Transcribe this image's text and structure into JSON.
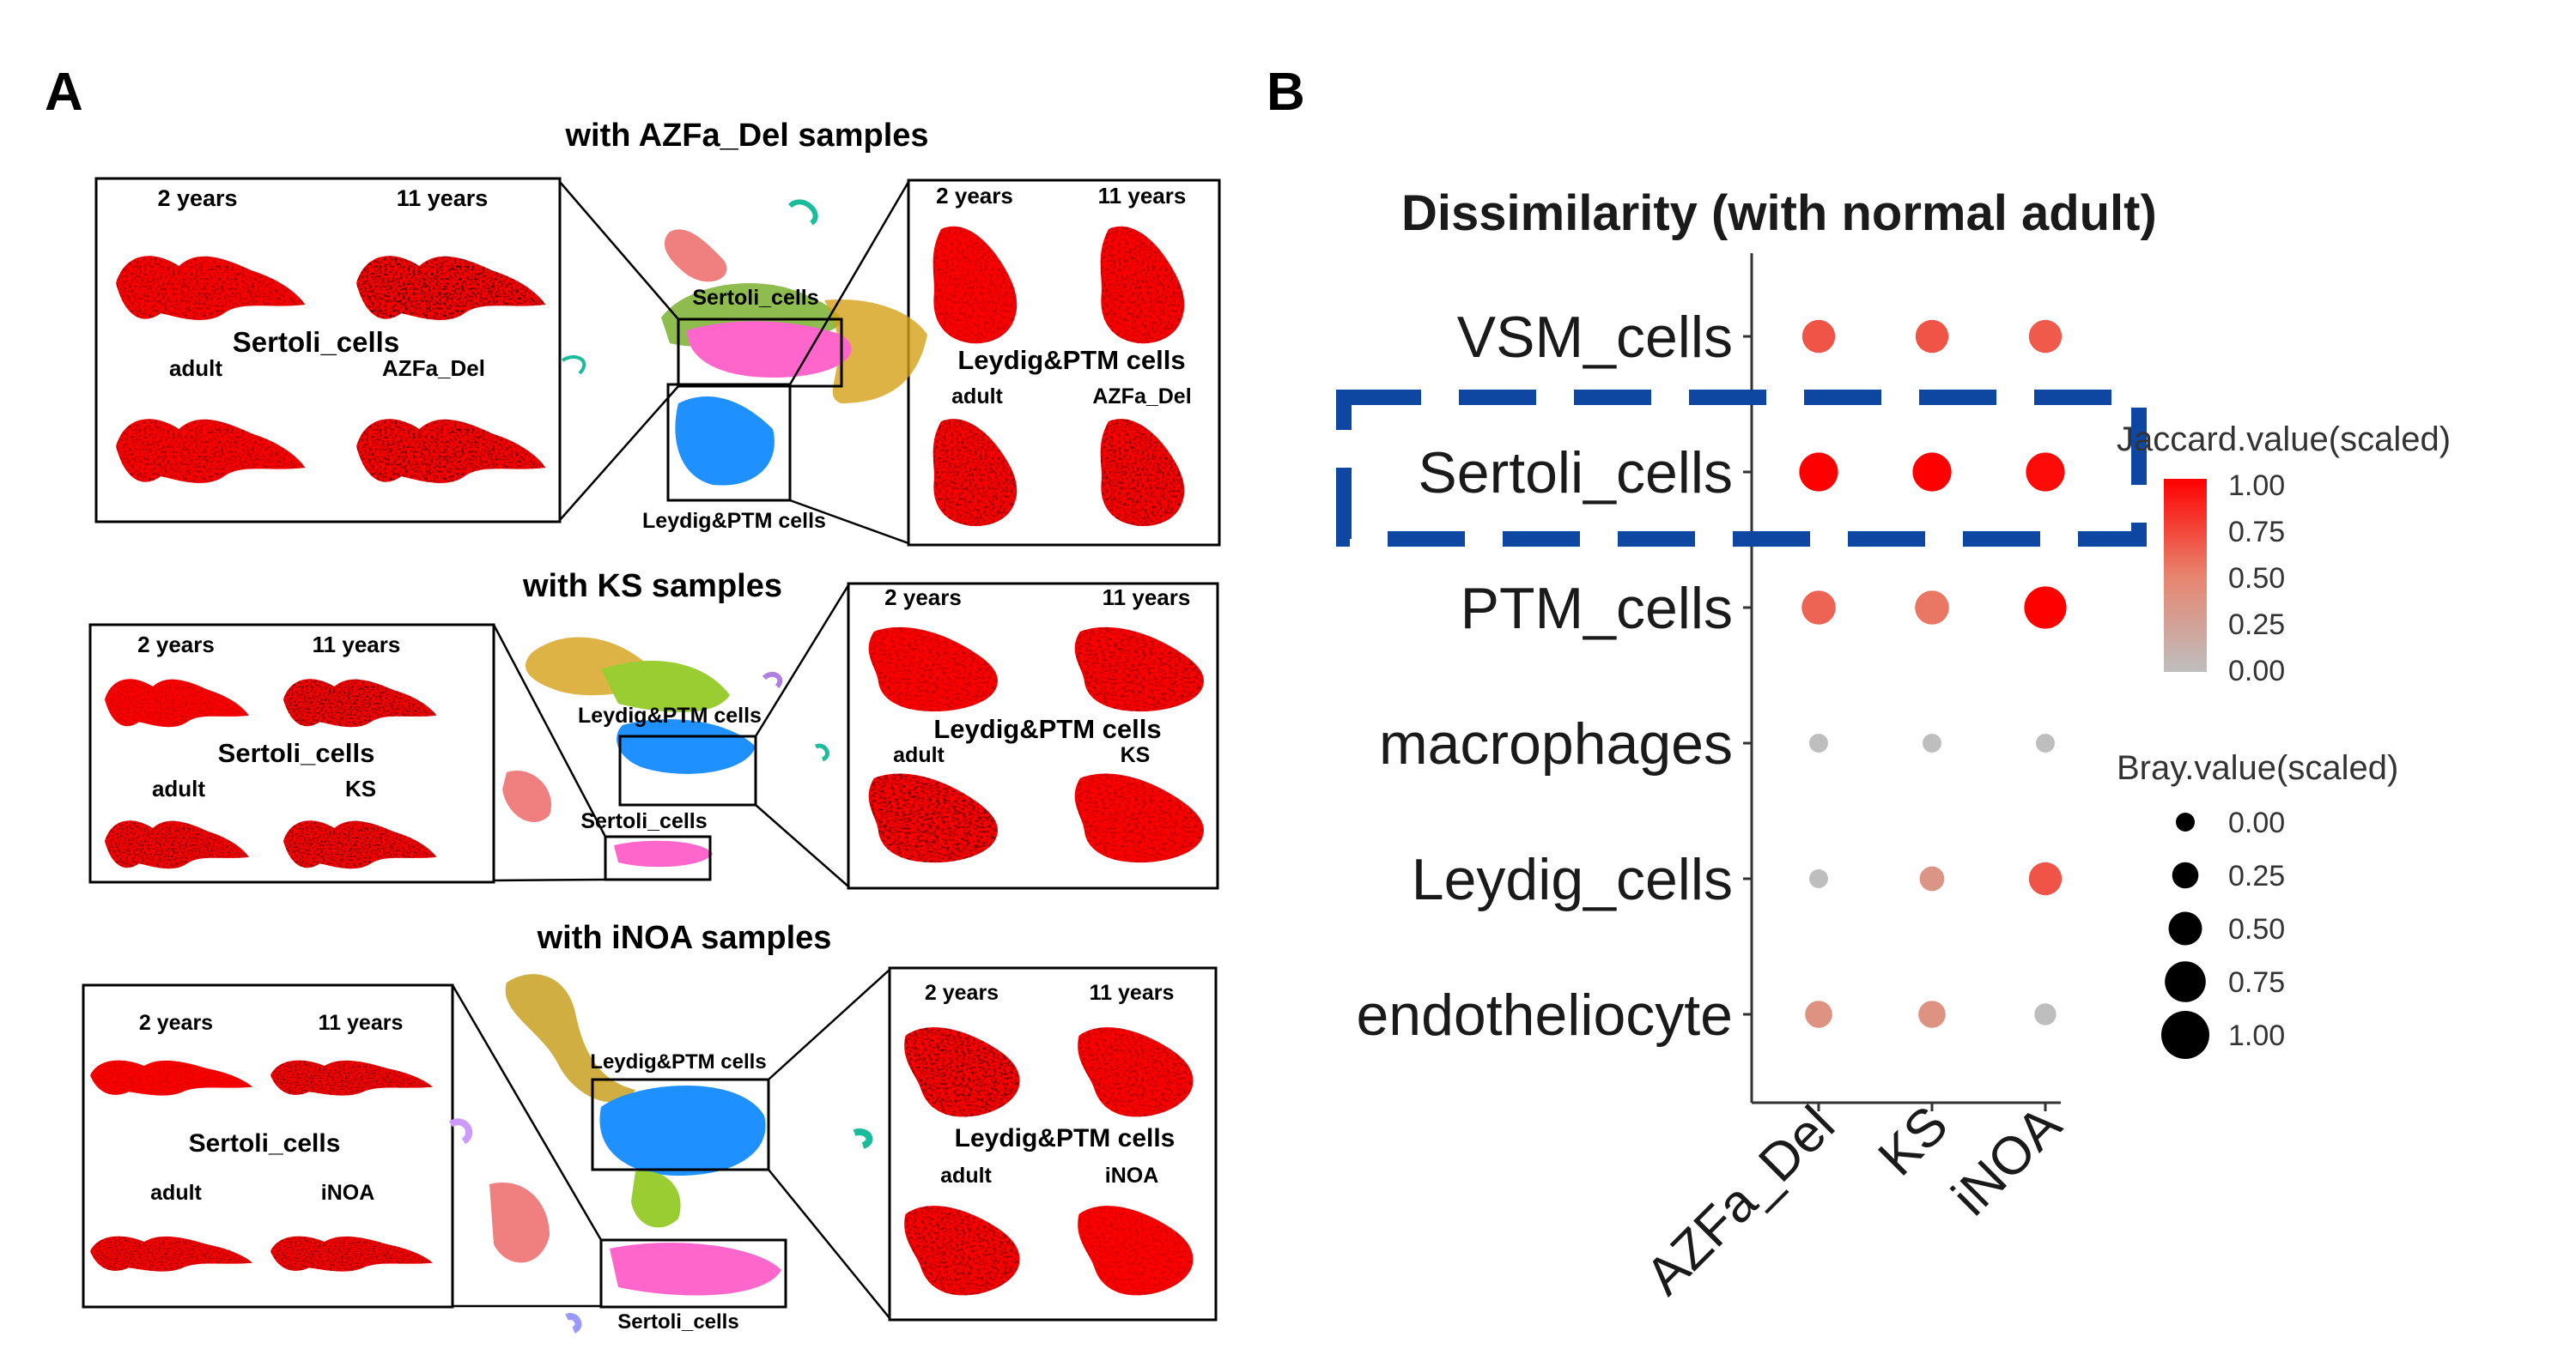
{
  "panel_a": {
    "letter": "A",
    "groups": [
      {
        "title": "with AZFa_Del samples",
        "sertoli": {
          "label": "Sertoli_cells",
          "samples": [
            "2 years",
            "11 years",
            "adult",
            "AZFa_Del"
          ]
        },
        "leydig": {
          "label": "Leydig&PTM cells",
          "samples": [
            "2 years",
            "11 years",
            "adult",
            "AZFa_Del"
          ]
        },
        "umap_labels": [
          "Sertoli_cells",
          "Leydig&PTM cells"
        ]
      },
      {
        "title": "with KS samples",
        "sertoli": {
          "label": "Sertoli_cells",
          "samples": [
            "2 years",
            "11 years",
            "adult",
            "KS"
          ]
        },
        "leydig": {
          "label": "Leydig&PTM cells",
          "samples": [
            "2 years",
            "11 years",
            "adult",
            "KS"
          ]
        },
        "umap_labels": [
          "Leydig&PTM cells",
          "Sertoli_cells"
        ]
      },
      {
        "title": "with iNOA samples",
        "sertoli": {
          "label": "Sertoli_cells",
          "samples": [
            "2 years",
            "11 years",
            "adult",
            "iNOA"
          ]
        },
        "leydig": {
          "label": "Leydig&PTM cells",
          "samples": [
            "2 years",
            "11 years",
            "adult",
            "iNOA"
          ]
        },
        "umap_labels": [
          "Leydig&PTM cells",
          "Sertoli_cells"
        ]
      }
    ]
  },
  "panel_b": {
    "letter": "B",
    "chart_data": {
      "type": "dot",
      "title": "Dissimilarity (with normal adult)",
      "categories": [
        "VSM_cells",
        "Sertoli_cells",
        "PTM_cells",
        "macrophages",
        "Leydig_cells",
        "endotheliocyte"
      ],
      "x": [
        "AZFa_Del",
        "KS",
        "iNOA"
      ],
      "jaccard": [
        [
          0.68,
          0.68,
          0.66
        ],
        [
          1.0,
          1.0,
          0.96
        ],
        [
          0.62,
          0.55,
          1.0
        ],
        [
          0.0,
          0.0,
          0.0
        ],
        [
          0.0,
          0.35,
          0.68
        ],
        [
          0.38,
          0.38,
          0.0
        ]
      ],
      "bray": [
        [
          0.48,
          0.48,
          0.48
        ],
        [
          0.68,
          0.68,
          0.68
        ],
        [
          0.52,
          0.52,
          0.8
        ],
        [
          0.0,
          0.0,
          0.0
        ],
        [
          0.0,
          0.2,
          0.48
        ],
        [
          0.28,
          0.28,
          0.1
        ]
      ],
      "highlight_row": "Sertoli_cells",
      "legend_color": {
        "title": "Jaccard.value(scaled)",
        "ticks": [
          "1.00",
          "0.75",
          "0.50",
          "0.25",
          "0.00"
        ],
        "low": "#bebebe",
        "high": "#ff0000"
      },
      "legend_size": {
        "title": "Bray.value(scaled)",
        "ticks": [
          "0.00",
          "0.25",
          "0.50",
          "0.75",
          "1.00"
        ]
      },
      "highlight_color": "#0d47a1"
    }
  }
}
